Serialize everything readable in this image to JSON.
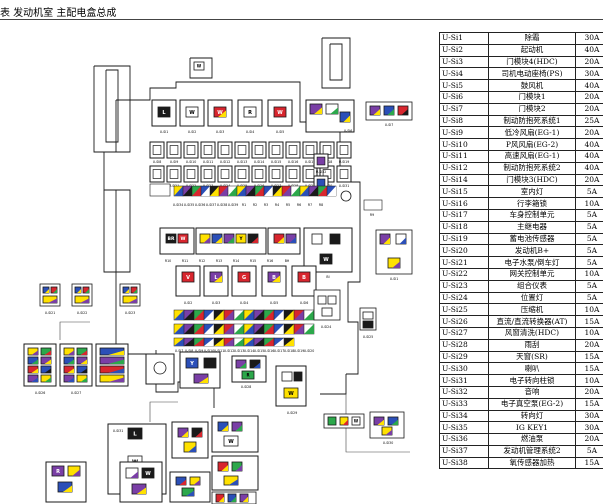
{
  "header": {
    "title": "表 发动机室  主配电盒总成"
  },
  "table": {
    "rows": [
      {
        "code": "U-Si1",
        "name": "除霜",
        "amp": "30A"
      },
      {
        "code": "U-Si2",
        "name": "起动机",
        "amp": "40A"
      },
      {
        "code": "U-Si3",
        "name": "门模块4(HDC)",
        "amp": "20A"
      },
      {
        "code": "U-Si4",
        "name": "司机电动座椅(PS)",
        "amp": "30A"
      },
      {
        "code": "U-Si5",
        "name": "鼓风机",
        "amp": "40A"
      },
      {
        "code": "U-Si6",
        "name": "门模块1",
        "amp": "20A"
      },
      {
        "code": "U-Si7",
        "name": "门模块2",
        "amp": "20A"
      },
      {
        "code": "U-Si8",
        "name": "制动防抱死系统1",
        "amp": "25A"
      },
      {
        "code": "U-Si9",
        "name": "低冷风扇(EG-1)",
        "amp": "20A"
      },
      {
        "code": "U-Si10",
        "name": "P风风扇(EG-2)",
        "amp": "40A"
      },
      {
        "code": "U-Si11",
        "name": "高速风扇(EG-1)",
        "amp": "40A"
      },
      {
        "code": "U-Si12",
        "name": "制动防抱死系统2",
        "amp": "40A"
      },
      {
        "code": "U-Si14",
        "name": "门模块3(HDC)",
        "amp": "20A"
      },
      {
        "code": "U-Si15",
        "name": "室内灯",
        "amp": "5A"
      },
      {
        "code": "U-Si16",
        "name": "行李箱锁",
        "amp": "10A"
      },
      {
        "code": "U-Si17",
        "name": "车身控制单元",
        "amp": "5A"
      },
      {
        "code": "U-Si18",
        "name": "主继电器",
        "amp": "5A"
      },
      {
        "code": "U-Si19",
        "name": "蓄电池传感器",
        "amp": "5A"
      },
      {
        "code": "U-Si20",
        "name": "发动机B+",
        "amp": "5A"
      },
      {
        "code": "U-Si21",
        "name": "电子水泵/倒车灯",
        "amp": "5A"
      },
      {
        "code": "U-Si22",
        "name": "网关控制单元",
        "amp": "10A"
      },
      {
        "code": "U-Si23",
        "name": "组合仪表",
        "amp": "5A"
      },
      {
        "code": "U-Si24",
        "name": "位置灯",
        "amp": "5A"
      },
      {
        "code": "U-Si25",
        "name": "压缩机",
        "amp": "10A"
      },
      {
        "code": "U-Si26",
        "name": "直流/直流转换器(AT)",
        "amp": "15A"
      },
      {
        "code": "U-Si27",
        "name": "风窗清洗(HDC)",
        "amp": "10A"
      },
      {
        "code": "U-Si28",
        "name": "雨刮",
        "amp": "20A"
      },
      {
        "code": "U-Si29",
        "name": "天窗(SR)",
        "amp": "15A"
      },
      {
        "code": "U-Si30",
        "name": "喇叭",
        "amp": "15A"
      },
      {
        "code": "U-Si31",
        "name": "电子转向柱锁",
        "amp": "10A"
      },
      {
        "code": "U-Si32",
        "name": "音响",
        "amp": "20A"
      },
      {
        "code": "U-Si33",
        "name": "电子真空泵(EG-2)",
        "amp": "15A"
      },
      {
        "code": "U-Si34",
        "name": "转向灯",
        "amp": "30A"
      },
      {
        "code": "U-Si35",
        "name": "IG KEY1",
        "amp": "30A"
      },
      {
        "code": "U-Si36",
        "name": "燃油泵",
        "amp": "20A"
      },
      {
        "code": "U-Si37",
        "name": "发动机管理系统2",
        "amp": "5A"
      },
      {
        "code": "U-Si38",
        "name": "氧传感器加热",
        "amp": "15A"
      }
    ]
  },
  "diagram": {
    "slot_letters": [
      "W",
      "L",
      "W",
      "W",
      "R",
      "W",
      "BR",
      "W",
      "Y",
      "W",
      "V",
      "L",
      "G",
      "B",
      "B",
      "Y",
      "R",
      "W"
    ],
    "small_labels": [
      "U-SI1",
      "U-SI2",
      "U-SI3",
      "U-SI4",
      "U-SI5",
      "U-SI6",
      "U-SI7",
      "U-SI8",
      "U-SI9",
      "U-SI10",
      "U-SI11",
      "U-SI12",
      "U-SI13",
      "U-SI14",
      "U-SI15",
      "U-SI16",
      "U-SI17",
      "U-SI18",
      "U-SI19",
      "U-SI20",
      "U-SI21",
      "U-SI22",
      "U-SI23",
      "U-SI24",
      "U-SI25",
      "U-SI26",
      "U-SI27",
      "U-SI28",
      "U-SI29",
      "U-SI30",
      "U-SI31",
      "U-SI32",
      "U-SI33",
      "U-SI34",
      "U-SI35",
      "U-SI36",
      "U-SI37",
      "U-SI38",
      "U-SI39",
      "R1",
      "R2",
      "R3",
      "R4",
      "R5",
      "R6",
      "R7",
      "R8",
      "R9",
      "R10",
      "R11",
      "R12",
      "R13",
      "R14",
      "R15",
      "R16",
      "BH",
      "BI"
    ],
    "colors": {
      "red": "#d8262e",
      "yellow": "#ffe100",
      "green": "#2ca84b",
      "blue": "#2b4fb8",
      "purple": "#7a3fa6",
      "ink": "#1a1a1a",
      "wire": "#444444"
    }
  }
}
